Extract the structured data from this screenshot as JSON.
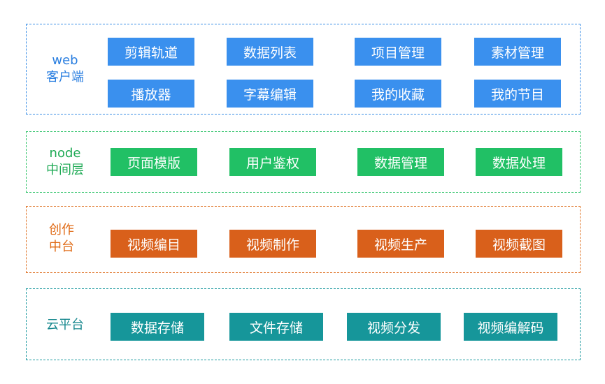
{
  "layers": [
    {
      "label": "web\n客户端",
      "boxes": [
        "剪辑轨道",
        "数据列表",
        "项目管理",
        "素材管理",
        "播放器",
        "字幕编辑",
        "我的收藏",
        "我的节目"
      ]
    },
    {
      "label": "node\n中间层",
      "boxes": [
        "页面模版",
        "用户鉴权",
        "数据管理",
        "数据处理"
      ]
    },
    {
      "label": "创作\n中台",
      "boxes": [
        "视频编目",
        "视频制作",
        "视频生产",
        "视频截图"
      ]
    },
    {
      "label": "云平台",
      "boxes": [
        "数据存储",
        "文件存储",
        "视频分发",
        "视频编解码"
      ]
    }
  ],
  "colors": {
    "web": "#3a90ee",
    "node": "#21c065",
    "create": "#d9601b",
    "cloud": "#16969a"
  }
}
